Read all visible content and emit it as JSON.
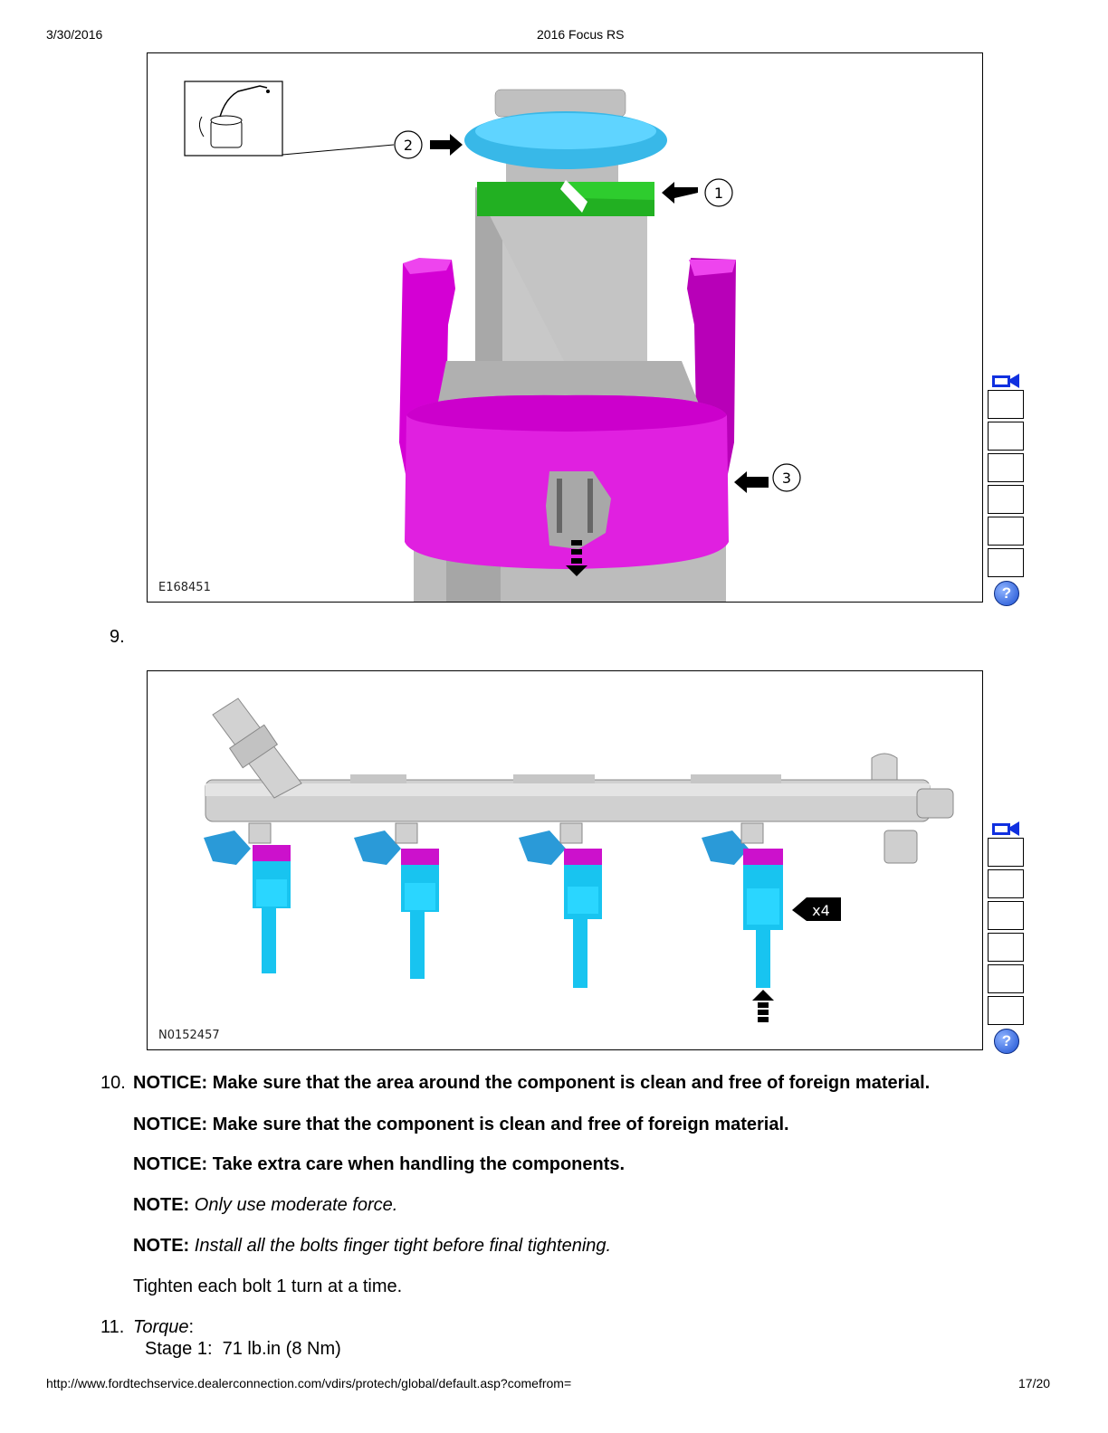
{
  "header": {
    "date": "3/30/2016",
    "title": "2016 Focus RS"
  },
  "figure1": {
    "id": "E168451",
    "callouts": [
      "1",
      "2",
      "3"
    ]
  },
  "step9": {
    "number": "9."
  },
  "figure2": {
    "id": "N0152457",
    "callout": "x4"
  },
  "step10": {
    "number": "10.",
    "notice1": "NOTICE: Make sure that the area around the component is clean and free of foreign material.",
    "notice2": "NOTICE: Make sure that the component is clean and free of foreign material.",
    "notice3": "NOTICE: Take extra care when handling the components.",
    "note1_label": "NOTE:",
    "note1_text": "Only use moderate force.",
    "note2_label": "NOTE:",
    "note2_text": "Install all the bolts finger tight before final tightening.",
    "instruction": "Tighten each bolt 1 turn at a time."
  },
  "step11": {
    "number": "11.",
    "label": "Torque",
    "colon": ":",
    "stage1": "Stage 1:  71 lb.in (8 Nm)"
  },
  "footer": {
    "url": "http://www.fordtechservice.dealerconnection.com/vdirs/protech/global/default.asp?comefrom=",
    "page": "17/20"
  },
  "toolbar": {
    "help_glyph": "?"
  }
}
